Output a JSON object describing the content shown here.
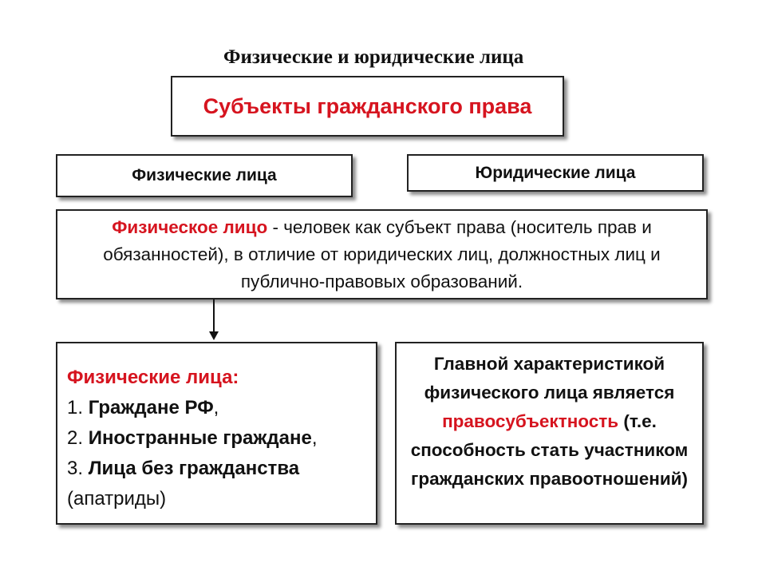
{
  "title": "Физические и юридические лица",
  "root": {
    "label": "Субъекты гражданского права"
  },
  "branches": {
    "physical": "Физические лица",
    "juridical": "Юридические лица"
  },
  "definition": {
    "term": "Физическое лицо",
    "text": " - человек как субъект права (носитель прав и обязанностей), в отличие от юридических лиц, должностных лиц и публично-правовых образований."
  },
  "types": {
    "heading": "Физические лица:",
    "items": [
      {
        "num": "1. ",
        "label": "Граждане РФ",
        "suffix": ","
      },
      {
        "num": "2. ",
        "label": "Иностранные граждане",
        "suffix": ","
      },
      {
        "num": "3. ",
        "label": "Лица без гражданства",
        "suffix": ""
      }
    ],
    "note": "(апатриды)"
  },
  "characteristic": {
    "text_before": "Главной характеристикой физического лица является ",
    "term": "правосубъектность",
    "text_after": " (т.е. способность стать участником гражданских правоотношений)"
  },
  "colors": {
    "accent": "#d6141f",
    "border": "#222222"
  }
}
